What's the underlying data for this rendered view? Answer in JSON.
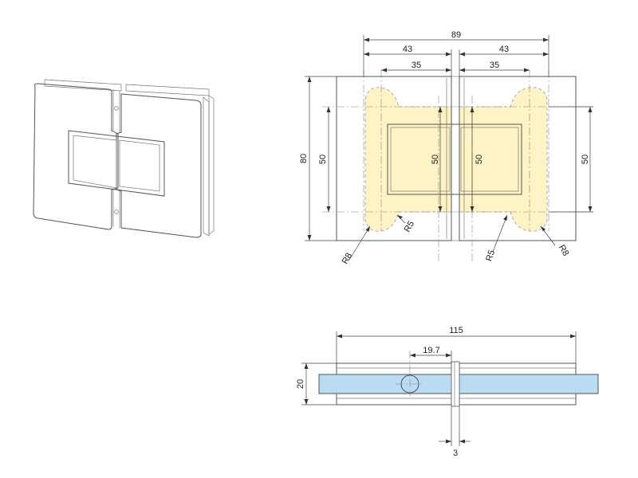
{
  "front_view": {
    "dims": {
      "overall_width": "89",
      "half_width_left": "43",
      "half_width_right": "43",
      "hole_span_left": "35",
      "hole_span_right": "35",
      "overall_height": "80",
      "hole_height_left": "50",
      "cutout_height_left": "50",
      "cutout_height_right": "50",
      "hole_height_right": "50",
      "radius_small_left": "R5",
      "radius_large_left": "R8",
      "radius_small_right": "R5",
      "radius_large_right": "R8"
    },
    "colors": {
      "highlight": "#fdf3c4",
      "outline": "#555555"
    }
  },
  "section_view": {
    "dims": {
      "overall_length": "115",
      "hole_offset": "19.7",
      "thickness": "20",
      "gap": "3"
    },
    "colors": {
      "glass": "#b9dcf2"
    }
  }
}
